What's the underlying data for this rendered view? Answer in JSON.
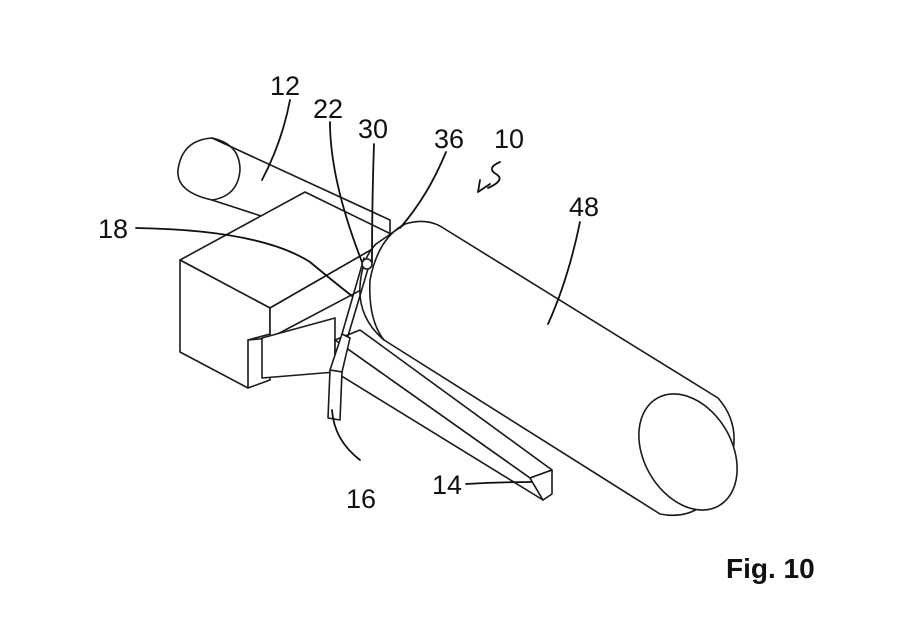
{
  "figure": {
    "caption": "Fig. 10",
    "reference_numerals": {
      "ref_10": "10",
      "ref_12": "12",
      "ref_14": "14",
      "ref_16": "16",
      "ref_18": "18",
      "ref_22": "22",
      "ref_30": "30",
      "ref_36": "36",
      "ref_48": "48"
    }
  },
  "colors": {
    "line": "#1a1a1a",
    "background": "#ffffff"
  }
}
